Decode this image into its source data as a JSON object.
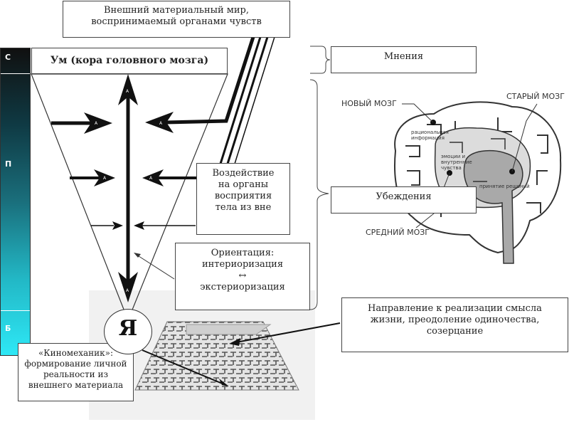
{
  "boxes": {
    "external_world": "Внешний материальный мир, воспринимаемый органами чувств",
    "mind": "Ум (кора головного мозга)",
    "opinions": "Мнения",
    "beliefs": "Убеждения",
    "impact": "Воздействие на органы восприятия тела из вне",
    "orientation_title": "Ориентация:",
    "orientation_line1": "интериоризация",
    "orientation_arrow": "↔",
    "orientation_line2": "экстериоризация",
    "direction": "Направление к реализации смысла жизни, преодоление одиночества, созерцание",
    "kinomechanic": "«Киномеханик»: формирование личной реальности из внешнего материала",
    "self": "Я"
  },
  "sidebar": {
    "top": "С",
    "middle": "П",
    "bottom": "Б"
  },
  "brain": {
    "new_brain": "НОВЫЙ МОЗГ",
    "old_brain": "СТАРЫЙ МОЗГ",
    "middle_brain": "СРЕДНИЙ МОЗГ",
    "rational": "рациональная информация",
    "emotions": "эмоции и внутренние чувства",
    "decisions": "принятие решений"
  },
  "arrow_marks": [
    "A",
    "A",
    "A",
    "A",
    "A",
    "A"
  ],
  "colors": {
    "sidebar_top": "#101010",
    "sidebar_bottom": "#2ee8f6",
    "brain_outer": "#ffffff",
    "brain_mid": "#dcdcdc",
    "brain_inner": "#a9a9a9"
  }
}
